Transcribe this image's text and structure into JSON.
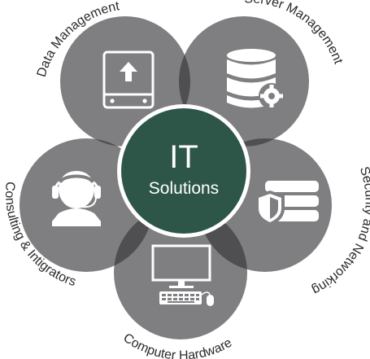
{
  "center": {
    "title": "IT",
    "subtitle": "Solutions"
  },
  "segments": [
    {
      "id": "data",
      "label": "Data Management",
      "icon": "upload-drive-icon"
    },
    {
      "id": "server",
      "label": "Server Management",
      "icon": "database-gear-icon"
    },
    {
      "id": "security",
      "label": "Security and Networking",
      "icon": "shield-server-icon"
    },
    {
      "id": "hardware",
      "label": "Computer Hardware",
      "icon": "desktop-computer-icon"
    },
    {
      "id": "consulting",
      "label": "Consulting & Intigrators",
      "icon": "headset-person-icon"
    }
  ],
  "colors": {
    "petal": "#7f7f82",
    "overlap": "#4f4f52",
    "center": "#2e5648",
    "center_ring": "#ffffff",
    "label": "#2b2b2b",
    "icon": "#ffffff"
  }
}
